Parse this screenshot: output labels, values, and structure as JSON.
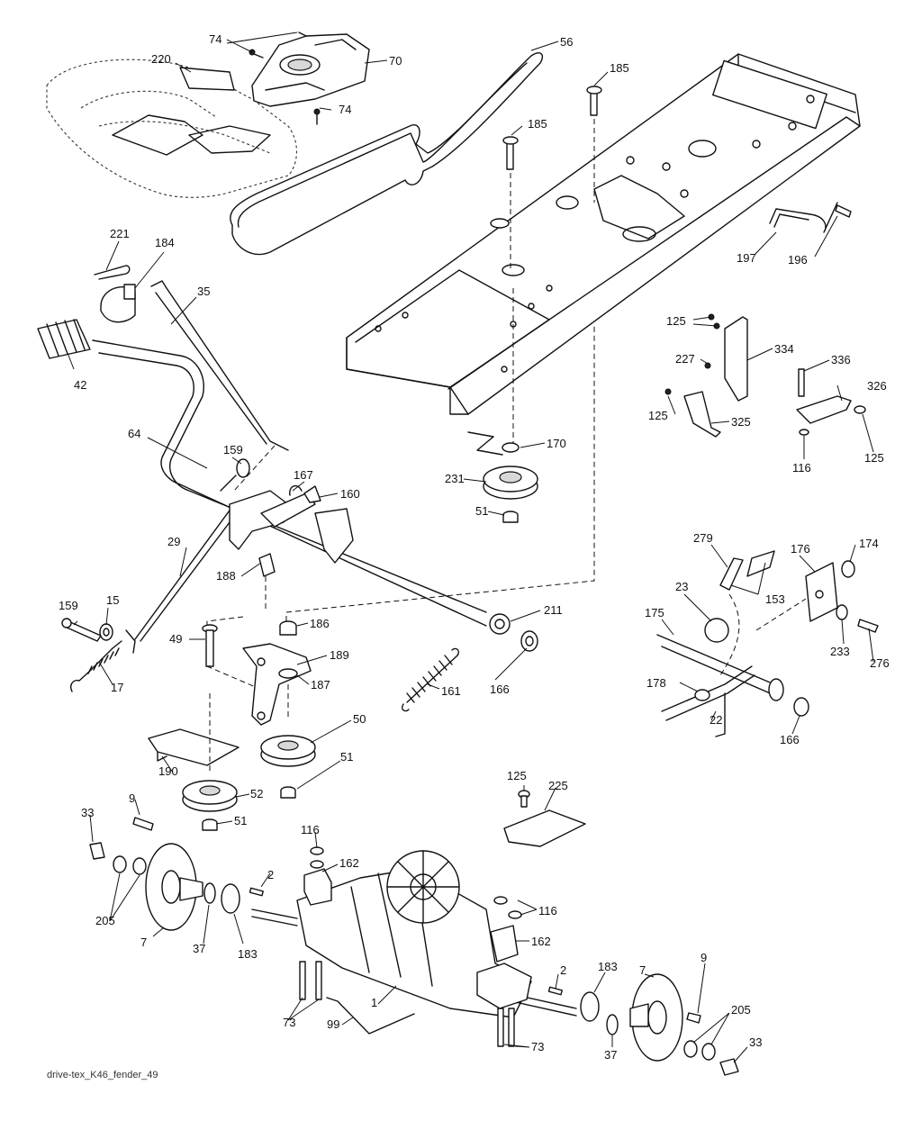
{
  "caption": "drive-tex_K46_fender_49",
  "labels": {
    "l74a": "74",
    "l74b": "74",
    "l70": "70",
    "l220": "220",
    "l56": "56",
    "l185a": "185",
    "l185b": "185",
    "l197": "197",
    "l196": "196",
    "l221": "221",
    "l184": "184",
    "l35": "35",
    "l42": "42",
    "l64": "64",
    "l159a": "159",
    "l167": "167",
    "l160": "160",
    "l29": "29",
    "l188": "188",
    "l170": "170",
    "l231": "231",
    "l51a": "51",
    "l125a": "125",
    "l334": "334",
    "l227": "227",
    "l125b": "125",
    "l325": "325",
    "l336": "336",
    "l326": "326",
    "l116a": "116",
    "l125c": "125",
    "l159b": "159",
    "l15": "15",
    "l17": "17",
    "l49": "49",
    "l186": "186",
    "l189": "189",
    "l187": "187",
    "l211": "211",
    "l166a": "166",
    "l161": "161",
    "l279": "279",
    "l176": "176",
    "l174": "174",
    "l23": "23",
    "l153": "153",
    "l175": "175",
    "l233": "233",
    "l276": "276",
    "l178": "178",
    "l22": "22",
    "l166b": "166",
    "l50": "50",
    "l51b": "51",
    "l190": "190",
    "l52": "52",
    "l51c": "51",
    "l9a": "9",
    "l33a": "33",
    "l205a": "205",
    "l7a": "7",
    "l37a": "37",
    "l183a": "183",
    "l2a": "2",
    "l116b": "116",
    "l162a": "162",
    "l125d": "125",
    "l225": "225",
    "l116c": "116",
    "l162b": "162",
    "l73a": "73",
    "l1": "1",
    "l99": "99",
    "l2b": "2",
    "l183b": "183",
    "l7b": "7",
    "l9b": "9",
    "l205b": "205",
    "l37b": "37",
    "l73b": "73",
    "l33b": "33"
  }
}
